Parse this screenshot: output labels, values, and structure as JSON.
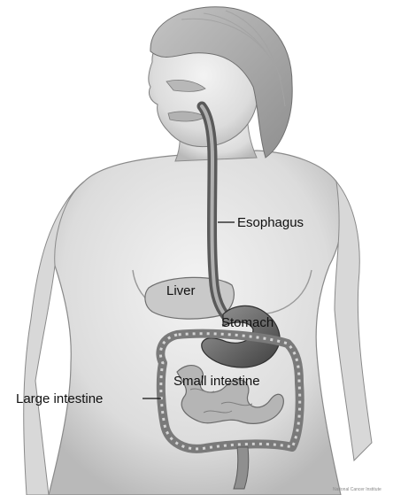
{
  "diagram": {
    "labels": {
      "esophagus": "Esophagus",
      "liver": "Liver",
      "stomach": "Stomach",
      "small_intestine": "Small intestine",
      "large_intestine": "Large intestine"
    },
    "credit": "National Cancer Institute"
  }
}
